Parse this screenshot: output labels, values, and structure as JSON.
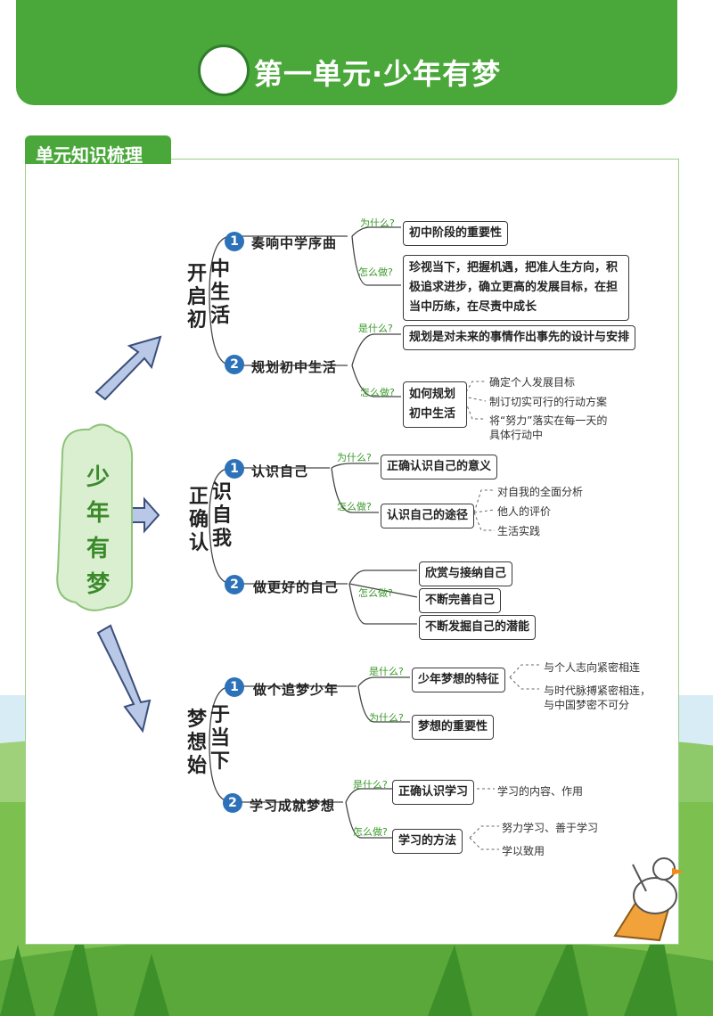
{
  "header": {
    "title": "第一单元·少年有梦"
  },
  "tab": {
    "label": "单元知识梳理"
  },
  "mindmap": {
    "root": [
      "少",
      "年",
      "有",
      "梦"
    ],
    "q": {
      "why": "为什么?",
      "how": "怎么做?",
      "what": "是什么?"
    },
    "lesson1": {
      "title_col1": [
        "开",
        "启",
        "初"
      ],
      "title_col2": [
        "中",
        "生",
        "活"
      ],
      "t1": {
        "num": "1",
        "title": "奏响中学序曲",
        "why_box": "初中阶段的重要性",
        "how_box": "珍视当下，把握机遇，把准人生方向，积极追求进步，确立更高的发展目标，在担当中历练，在尽责中成长"
      },
      "t2": {
        "num": "2",
        "title": "规划初中生活",
        "what_box": "规划是对未来的事情作出事先的设计与安排",
        "how_box": "如何规划初中生活",
        "items": [
          "确定个人发展目标",
          "制订切实可行的行动方案",
          "将“努力”落实在每一天的",
          "具体行动中"
        ]
      }
    },
    "lesson2": {
      "title_col1": [
        "正",
        "确",
        "认"
      ],
      "title_col2": [
        "识",
        "自",
        "我"
      ],
      "t1": {
        "num": "1",
        "title": "认识自己",
        "why_box": "正确认识自己的意义",
        "how_box": "认识自己的途径",
        "items": [
          "对自我的全面分析",
          "他人的评价",
          "生活实践"
        ]
      },
      "t2": {
        "num": "2",
        "title": "做更好的自己",
        "boxes": [
          "欣赏与接纳自己",
          "不断完善自己",
          "不断发掘自己的潜能"
        ]
      }
    },
    "lesson3": {
      "title_col1": [
        "梦",
        "想",
        "始"
      ],
      "title_col2": [
        "于",
        "当",
        "下"
      ],
      "t1": {
        "num": "1",
        "title": "做个追梦少年",
        "what_box": "少年梦想的特征",
        "items": [
          "与个人志向紧密相连",
          "与时代脉搏紧密相连，",
          "与中国梦密不可分"
        ],
        "why_box": "梦想的重要性"
      },
      "t2": {
        "num": "2",
        "title": "学习成就梦想",
        "what_box": "正确认识学习",
        "what_item": "学习的内容、作用",
        "how_box": "学习的方法",
        "items": [
          "努力学习、善于学习",
          "学以致用"
        ]
      }
    }
  }
}
